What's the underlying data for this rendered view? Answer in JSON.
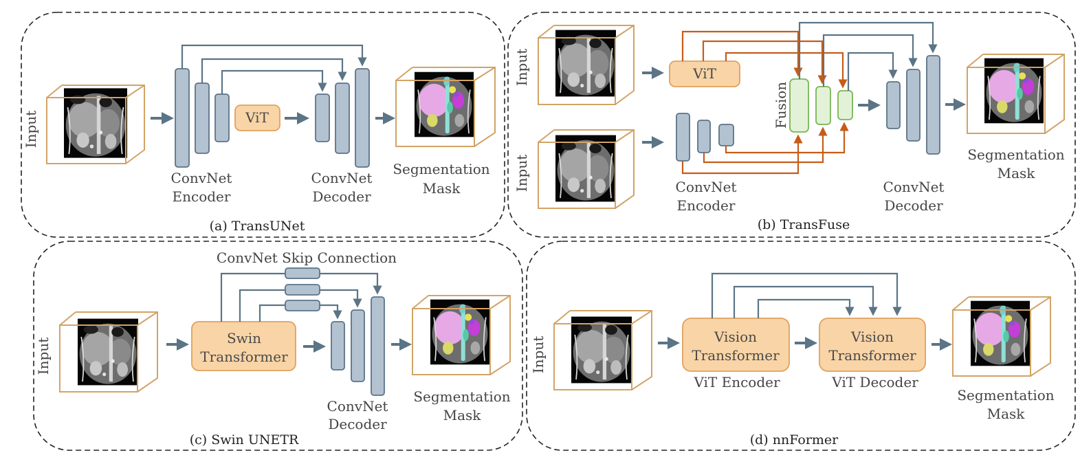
{
  "colors": {
    "conv_fill": "#b3c2d0",
    "conv_stroke": "#5c7387",
    "vit_fill": "#f9d4a6",
    "vit_stroke": "#e0a15e",
    "fusion_fill": "#e3f1d8",
    "fusion_stroke": "#79b554",
    "arrow_gray": "#5b7486",
    "arrow_orange": "#c65c18",
    "cube_stroke": "#d2a366",
    "panel_border": "#222222"
  },
  "panels": {
    "a": {
      "caption": "(a) TransUNet",
      "input_label": "Input",
      "vit_label": "ViT",
      "encoder_label": [
        "ConvNet",
        "Encoder"
      ],
      "decoder_label": [
        "ConvNet",
        "Decoder"
      ],
      "output_label": [
        "Segmentation",
        "Mask"
      ]
    },
    "b": {
      "caption": "(b) TransFuse",
      "input_label_top": "Input",
      "input_label_bottom": "Input",
      "vit_label": "ViT",
      "fusion_label": "Fusion",
      "encoder_label": [
        "ConvNet",
        "Encoder"
      ],
      "decoder_label": [
        "ConvNet",
        "Decoder"
      ],
      "output_label": [
        "Segmentation",
        "Mask"
      ]
    },
    "c": {
      "caption": "(c) Swin UNETR",
      "input_label": "Input",
      "skip_label": "ConvNet Skip Connection",
      "transformer_label": [
        "Swin",
        "Transformer"
      ],
      "decoder_label": [
        "ConvNet",
        "Decoder"
      ],
      "output_label": [
        "Segmentation",
        "Mask"
      ]
    },
    "d": {
      "caption": "(d) nnFormer",
      "input_label": "Input",
      "encoder_block": [
        "Vision",
        "Transformer"
      ],
      "decoder_block": [
        "Vision",
        "Transformer"
      ],
      "encoder_label": "ViT Encoder",
      "decoder_label": "ViT Decoder",
      "output_label": [
        "Segmentation",
        "Mask"
      ]
    }
  }
}
